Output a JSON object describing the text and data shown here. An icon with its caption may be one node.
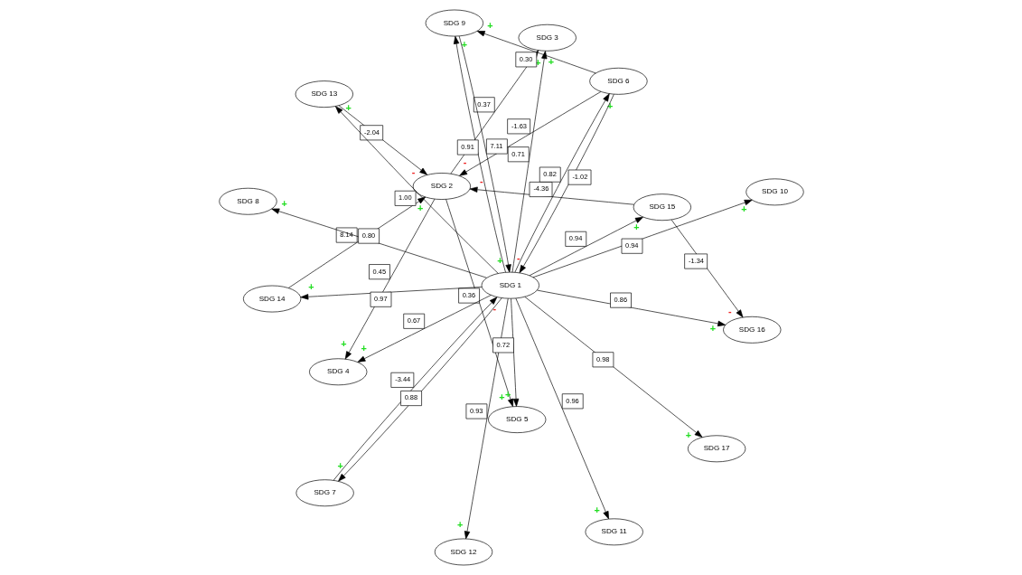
{
  "diagram": {
    "nodes": [
      {
        "text": [
          "SDG 14"
        ]
      },
      {
        "text": [
          "SDG 2"
        ]
      },
      {
        "text": [
          "SDG 4"
        ]
      },
      {
        "text": [
          "SDG 13"
        ]
      },
      {
        "text": [
          "SDG 3"
        ]
      },
      {
        "text": [
          "SDG 15"
        ]
      },
      {
        "text": [
          "SDG 12"
        ]
      },
      {
        "text": [
          "SDG 16"
        ]
      },
      {
        "text": [
          "SDG 7"
        ]
      },
      {
        "text": [
          "SDG 5"
        ]
      },
      {
        "text": [
          "SDG 1"
        ]
      },
      {
        "text": [
          "SDG 8"
        ]
      },
      {
        "text": [
          "SDG 6"
        ]
      },
      {
        "text": [
          "SDG 10"
        ]
      },
      {
        "text": [
          "SDG 9"
        ]
      },
      {
        "text": [
          "SDG 17"
        ]
      },
      {
        "text": [
          "SDG 11"
        ]
      }
    ],
    "edges": [
      {
        "from": 0,
        "to": 1,
        "arrow": "to",
        "label": "8.14"
      },
      {
        "from": 3,
        "to": 1,
        "arrow": "to",
        "label": "-2.04"
      },
      {
        "from": 1,
        "to": 2,
        "arrow": "to",
        "label": "0.45"
      },
      {
        "from": 1,
        "to": 4,
        "arrow": "to",
        "label": "0.37"
      },
      {
        "from": 5,
        "to": 1,
        "arrow": "to",
        "label": "-4.36"
      },
      {
        "from": 1,
        "to": 9,
        "arrow": "to",
        "label": "0.36"
      },
      {
        "from": 12,
        "to": 1,
        "arrow": "to",
        "label": "-1.63"
      },
      {
        "from": 5,
        "to": 7,
        "arrow": "to",
        "label": "-1.34"
      },
      {
        "from": 10,
        "to": 5,
        "arrow": "to",
        "label": "0.94"
      },
      {
        "from": 10,
        "to": 4,
        "arrow": "to",
        "label": "0.71"
      },
      {
        "from": 10,
        "to": 2,
        "arrow": "to",
        "label": "0.67"
      },
      {
        "from": 10,
        "to": 3,
        "arrow": "to",
        "label": "1.00"
      },
      {
        "from": 10,
        "to": 0,
        "arrow": "to",
        "label": "0.97"
      },
      {
        "from": 10,
        "to": 6,
        "arrow": "to",
        "label": "0.93"
      },
      {
        "from": 8,
        "to": 10,
        "arrow": "to",
        "label": "-3.44"
      },
      {
        "from": 10,
        "to": 8,
        "arrow": "to",
        "label": "0.88"
      },
      {
        "from": 10,
        "to": 7,
        "arrow": "to",
        "label": "0.86"
      },
      {
        "from": 10,
        "to": 9,
        "arrow": "to",
        "label": "0.72"
      },
      {
        "from": 12,
        "to": 10,
        "arrow": "to",
        "label": "-1.02"
      },
      {
        "from": 10,
        "to": 12,
        "arrow": "to",
        "label": "0.82"
      },
      {
        "from": 10,
        "to": 11,
        "arrow": "to",
        "label": "0.80"
      },
      {
        "from": 10,
        "to": 13,
        "arrow": "to",
        "label": "0.94"
      },
      {
        "from": 10,
        "to": 16,
        "arrow": "to",
        "label": "0.96"
      },
      {
        "from": 10,
        "to": 15,
        "arrow": "to",
        "label": "0.98"
      },
      {
        "from": 10,
        "to": 14,
        "arrow": "to",
        "label": "0.91"
      },
      {
        "from": 14,
        "to": 10,
        "arrow": "to",
        "label": "7.11"
      },
      {
        "from": 12,
        "to": 14,
        "arrow": "to",
        "label": "0.30"
      }
    ],
    "labels": [
      "+",
      "-",
      "+",
      "+",
      "-",
      "+",
      "-",
      "-",
      "+",
      "+",
      "+",
      "+",
      "+",
      "+",
      "-",
      "+",
      "+",
      "+",
      "-",
      "+",
      "+",
      "+",
      "+",
      "+",
      "+",
      "+",
      "+"
    ]
  }
}
